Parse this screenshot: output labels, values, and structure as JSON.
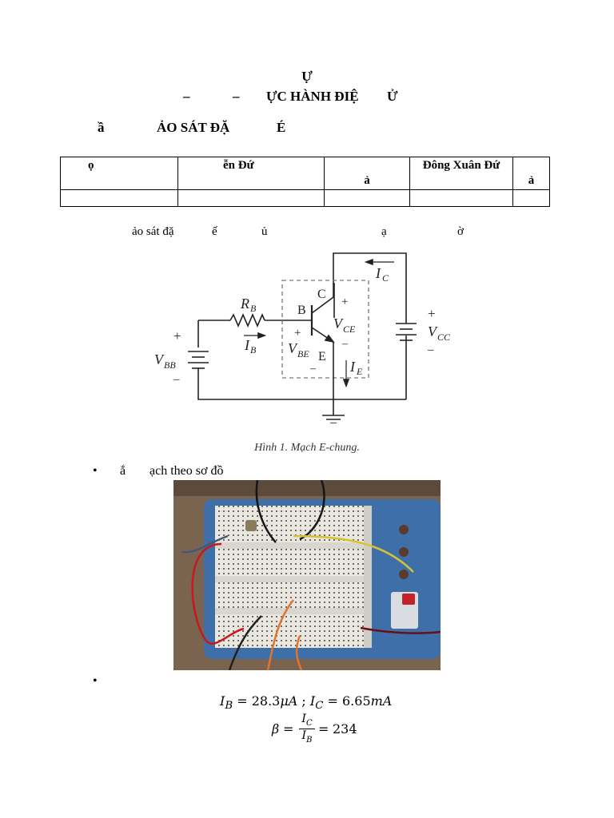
{
  "header": {
    "line1": "Ự",
    "line2_parts": [
      "–",
      "–",
      "ỰC HÀNH ĐIỆ",
      "Ử"
    ],
    "section": [
      "ầ",
      "ẢO SÁT ĐẶ",
      "É"
    ]
  },
  "members_table": {
    "row1": [
      "ọ",
      "ễn Đứ",
      "ả",
      "Đông Xuân Đứ",
      "ả"
    ],
    "row2": [
      "",
      "",
      "",
      "",
      ""
    ]
  },
  "intro_parts": [
    "ảo sát đặ",
    "ế",
    "ủ",
    "ạ",
    "ờ"
  ],
  "circuit": {
    "labels": {
      "rb": "R",
      "rb_sub": "B",
      "ib": "I",
      "ib_sub": "B",
      "vbb": "V",
      "vbb_sub": "BB",
      "b": "B",
      "c": "C",
      "e": "E",
      "vce": "V",
      "vce_sub": "CE",
      "vbe": "V",
      "vbe_sub": "BE",
      "ic": "I",
      "ic_sub": "C",
      "ie": "I",
      "ie_sub": "E",
      "vcc": "V",
      "vcc_sub": "CC",
      "plus": "+",
      "minus": "–"
    },
    "caption": "Hình 1. Mạch E-chung."
  },
  "bullets": {
    "assemble_parts": [
      "ắ",
      "ạch theo sơ đồ"
    ]
  },
  "results": {
    "ib_label": "I",
    "ib_sub": "B",
    "ib_value": "28.3",
    "ic_label": "I",
    "ic_sub": "C",
    "ic_value": "6.65",
    "ib_unit": "μA",
    "ic_unit": "mA",
    "beta_label": "β",
    "beta_value": "234"
  }
}
